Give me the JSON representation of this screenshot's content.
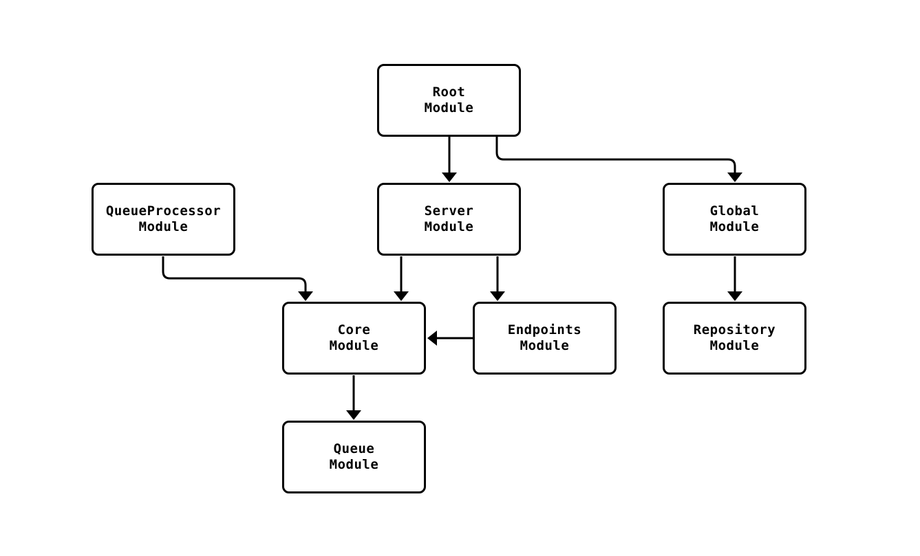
{
  "diagram": {
    "type": "flowchart",
    "direction": "top-down",
    "background_color": "#ffffff",
    "node_fill_color": "#ffffff",
    "node_border_color": "#000000",
    "edge_color": "#000000",
    "text_color": "#000000",
    "nodes": [
      {
        "id": "root",
        "label": "Root\nModule"
      },
      {
        "id": "queueprocessor",
        "label": "QueueProcessor\nModule"
      },
      {
        "id": "server",
        "label": "Server\nModule"
      },
      {
        "id": "global",
        "label": "Global\nModule"
      },
      {
        "id": "core",
        "label": "Core\nModule"
      },
      {
        "id": "endpoints",
        "label": "Endpoints\nModule"
      },
      {
        "id": "repository",
        "label": "Repository\nModule"
      },
      {
        "id": "queue",
        "label": "Queue\nModule"
      }
    ],
    "edges": [
      {
        "from": "Root Module",
        "to": "Server Module"
      },
      {
        "from": "Root Module",
        "to": "Global Module"
      },
      {
        "from": "QueueProcessor Module",
        "to": "Core Module"
      },
      {
        "from": "Server Module",
        "to": "Core Module"
      },
      {
        "from": "Server Module",
        "to": "Endpoints Module"
      },
      {
        "from": "Endpoints Module",
        "to": "Core Module"
      },
      {
        "from": "Global Module",
        "to": "Repository Module"
      },
      {
        "from": "Core Module",
        "to": "Queue Module"
      }
    ]
  }
}
